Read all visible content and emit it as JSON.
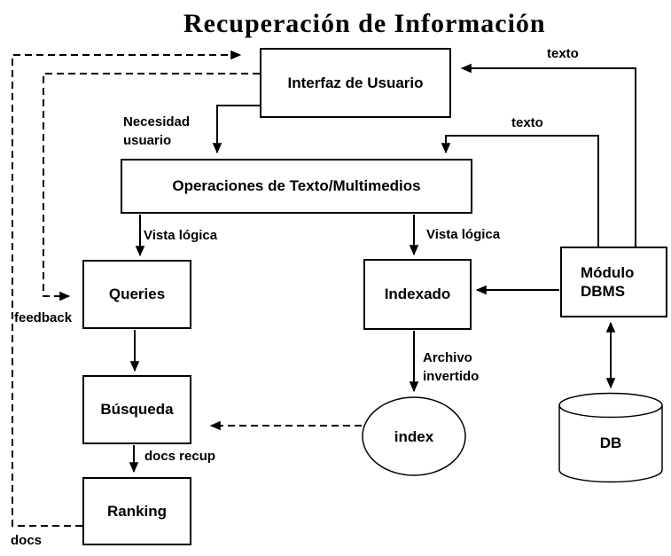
{
  "title": "Recuperación de Información",
  "nodes": {
    "interfaz": "Interfaz de Usuario",
    "operaciones": "Operaciones de Texto/Multimedios",
    "queries": "Queries",
    "indexado": "Indexado",
    "dbms_line1": "Módulo",
    "dbms_line2": "DBMS",
    "busqueda": "Búsqueda",
    "ranking": "Ranking",
    "index": "index",
    "db": "DB"
  },
  "edge_labels": {
    "texto_top": "texto",
    "texto_mid": "texto",
    "necesidad_1": "Necesidad",
    "necesidad_2": "usuario",
    "vista_left": "Vista lógica",
    "vista_right": "Vista lógica",
    "feedback": "feedback",
    "archivo_1": "Archivo",
    "archivo_2": "invertido",
    "docs_recup": "docs recup",
    "docs": "docs"
  },
  "edges": [
    {
      "from": "Módulo DBMS",
      "to": "Interfaz de Usuario",
      "label": "texto",
      "style": "solid"
    },
    {
      "from": "Módulo DBMS",
      "to": "Operaciones de Texto/Multimedios",
      "label": "texto",
      "style": "solid"
    },
    {
      "from": "Interfaz de Usuario",
      "to": "Operaciones de Texto/Multimedios",
      "label": "Necesidad usuario",
      "style": "solid"
    },
    {
      "from": "Operaciones de Texto/Multimedios",
      "to": "Queries",
      "label": "Vista lógica",
      "style": "solid"
    },
    {
      "from": "Operaciones de Texto/Multimedios",
      "to": "Indexado",
      "label": "Vista lógica",
      "style": "solid"
    },
    {
      "from": "Módulo DBMS",
      "to": "Indexado",
      "label": "",
      "style": "solid"
    },
    {
      "from": "Queries",
      "to": "Búsqueda",
      "label": "",
      "style": "solid"
    },
    {
      "from": "Búsqueda",
      "to": "Ranking",
      "label": "docs recup",
      "style": "solid"
    },
    {
      "from": "Indexado",
      "to": "index",
      "label": "Archivo invertido",
      "style": "solid"
    },
    {
      "from": "Módulo DBMS",
      "to": "DB",
      "label": "",
      "style": "solid-bidirectional"
    },
    {
      "from": "index",
      "to": "Búsqueda",
      "label": "",
      "style": "dashed"
    },
    {
      "from": "Interfaz de Usuario",
      "to": "Queries",
      "label": "feedback",
      "style": "dashed"
    },
    {
      "from": "Ranking",
      "to": "Interfaz de Usuario",
      "label": "docs",
      "style": "dashed"
    }
  ],
  "colors": {
    "ink": "#000000",
    "background": "#ffffff"
  }
}
